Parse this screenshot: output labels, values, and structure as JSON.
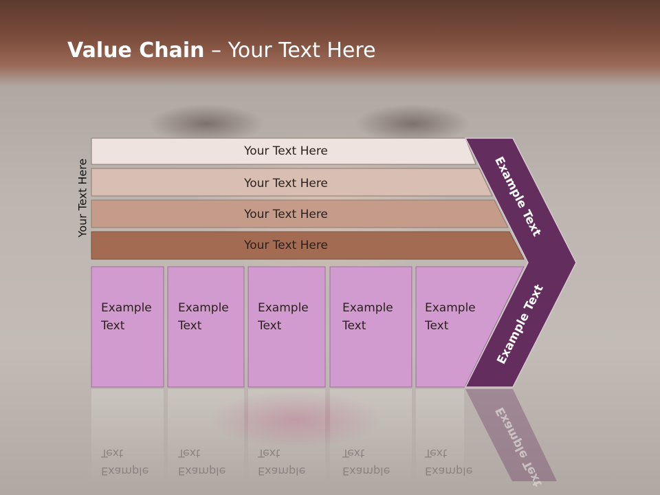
{
  "slide": {
    "title_bold": "Value Chain",
    "title_rest": " – Your Text Here",
    "side_label": "Your Text Here",
    "rows": [
      {
        "label": "Your Text Here",
        "color": "#efe3df"
      },
      {
        "label": "Your Text Here",
        "color": "#d9bfb3"
      },
      {
        "label": "Your Text Here",
        "color": "#c59c89"
      },
      {
        "label": "Your Text Here",
        "color": "#a36b52"
      }
    ],
    "boxes": [
      {
        "line1": "Example",
        "line2": "Text"
      },
      {
        "line1": "Example",
        "line2": "Text"
      },
      {
        "line1": "Example",
        "line2": "Text"
      },
      {
        "line1": "Example",
        "line2": "Text"
      },
      {
        "line1": "Example",
        "line2": "Text"
      }
    ],
    "chevron_top_label": "Example Text",
    "chevron_bottom_label": "Example Text",
    "colors": {
      "box_fill": "#d19bcf",
      "chevron_fill": "#632d5d",
      "header": "#7d4e3d"
    }
  }
}
